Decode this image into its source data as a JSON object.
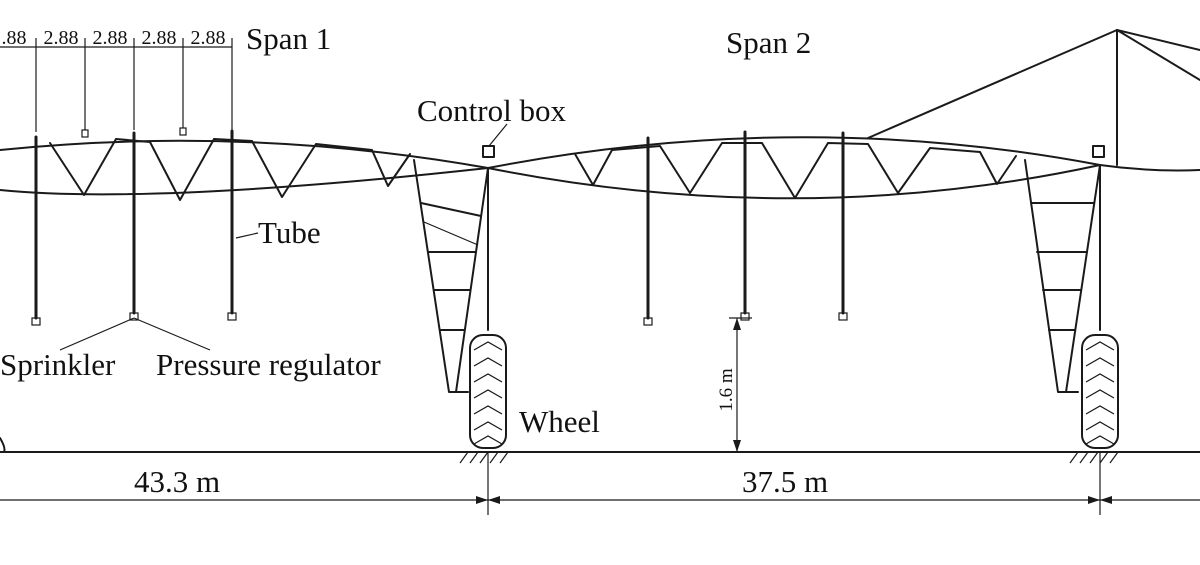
{
  "labels": {
    "span1": "Span 1",
    "span2": "Span 2",
    "control_box": "Control box",
    "tube": "Tube",
    "sprinkler": "Sprinkler",
    "pressure_regulator": "Pressure regulator",
    "wheel": "Wheel"
  },
  "dimensions": {
    "spacing_first_partial": ".88",
    "spacings": [
      "2.88",
      "2.88",
      "2.88",
      "2.88"
    ],
    "height": "1.6 m",
    "span1_length": "43.3 m",
    "span2_length": "37.5 m"
  }
}
